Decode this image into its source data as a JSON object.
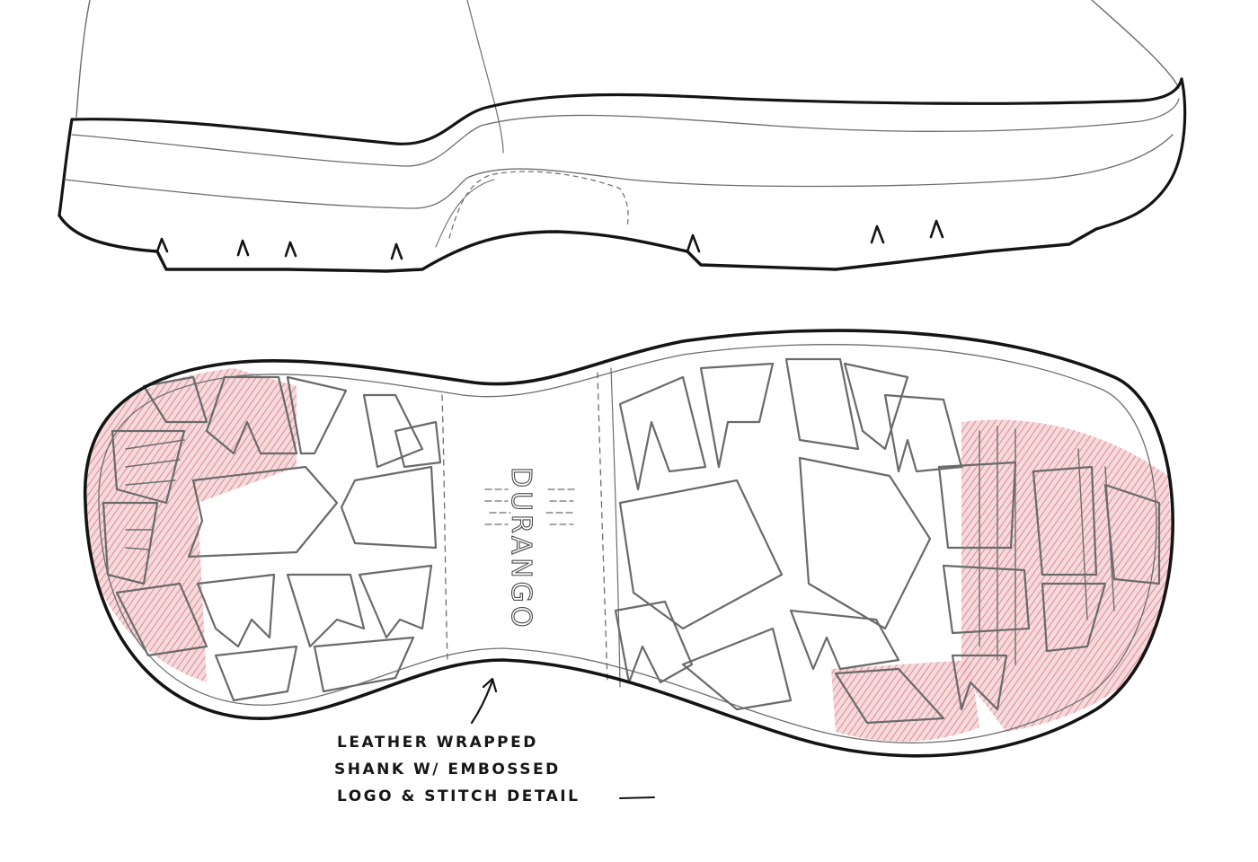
{
  "sketch": {
    "colors": {
      "ink": "#141414",
      "pencil": "#6d6d6d",
      "shading": "#e07c86",
      "paper": "#ffffff"
    },
    "logo_text": "DURANGO",
    "annotation": {
      "lines": [
        "LEATHER WRAPPED",
        "SHANK W/ EMBOSSED",
        "LOGO & STITCH DETAIL"
      ]
    }
  }
}
